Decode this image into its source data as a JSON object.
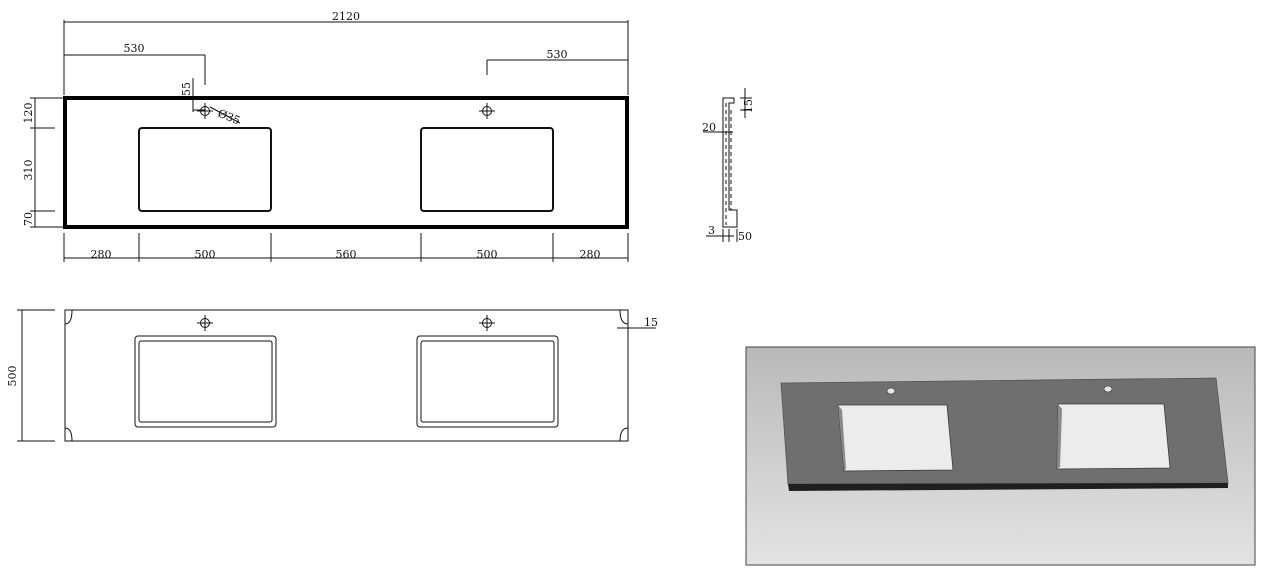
{
  "drawing": {
    "top_view": {
      "overall_length": "2120",
      "left_tap_offset": "530",
      "right_tap_offset": "530",
      "tap_to_back": "55",
      "tap_diameter": "Ø35",
      "back_margin": "120",
      "bowl_depth": "310",
      "front_margin": "70",
      "bottom_segments": [
        "280",
        "500",
        "560",
        "500",
        "280"
      ]
    },
    "section_view": {
      "thickness": "20",
      "back_lip": "15",
      "front_step": "3",
      "front_lip": "50"
    },
    "plan_view": {
      "depth": "500",
      "corner_radius": "15"
    },
    "render_view": {
      "colors": {
        "top_surface": "#6f6f6f",
        "edge": "#1f1f1f",
        "background_top": "#b9b9b9",
        "background_bottom": "#e3e3e3"
      }
    }
  }
}
